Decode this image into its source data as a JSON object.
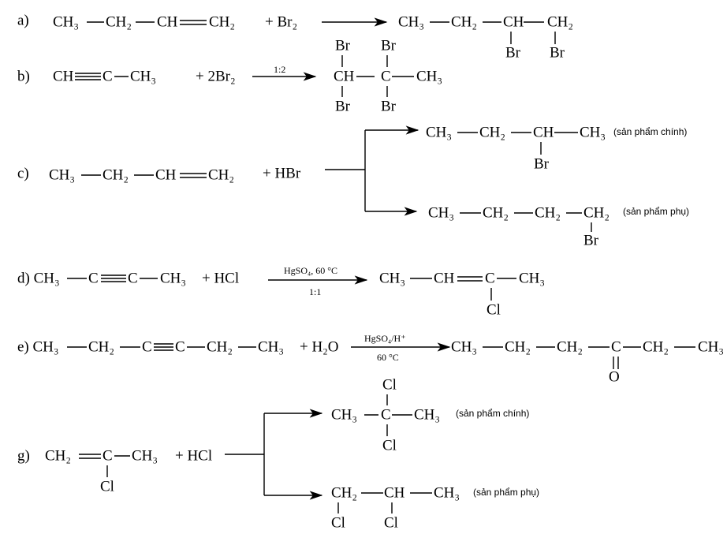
{
  "a": {
    "label": "a)",
    "items": [
      "CH₃",
      "CH₂",
      "CH",
      "CH₂",
      "+ Br₂",
      "CH₃",
      "CH₂",
      "CH",
      "CH₂",
      "Br",
      "Br"
    ]
  },
  "b": {
    "label": "b)",
    "items": [
      "CH",
      "C",
      "CH₃",
      "+ 2Br₂",
      "1:2",
      "CH",
      "C",
      "CH₃",
      "Br",
      "Br",
      "Br",
      "Br"
    ]
  },
  "c": {
    "label": "c)",
    "items": [
      "CH₃",
      "CH₂",
      "CH",
      "CH₂",
      "+ HBr",
      "CH₃",
      "CH₂",
      "CH",
      "CH₃",
      "Br",
      "(sản phẩm chính)",
      "CH₃",
      "CH₂",
      "CH₂",
      "CH₂",
      "Br",
      "(sản phẩm phụ)"
    ]
  },
  "d": {
    "items": [
      "d) CH₃",
      "C",
      "C",
      "CH₃",
      "+ HCl",
      "HgSO₄, 60 °C",
      "1:1",
      "CH₃",
      "CH",
      "C",
      "CH₃",
      "Cl"
    ]
  },
  "e": {
    "items": [
      "e) CH₃",
      "CH₂",
      "C",
      "C",
      "CH₂",
      "CH₃",
      "+ H₂O",
      "HgSO₄/H⁺",
      "60 °C",
      "CH₃",
      "CH₂",
      "CH₂",
      "C",
      "CH₂",
      "CH₃",
      "O"
    ]
  },
  "g": {
    "label": "g)",
    "items": [
      "CH₂",
      "C",
      "CH₃",
      "Cl",
      "+ HCl",
      "CH₃",
      "C",
      "CH₃",
      "Cl",
      "Cl",
      "(sản phẩm chính)",
      "CH₂",
      "CH",
      "CH₃",
      "Cl",
      "Cl",
      "(sản phẩm phụ)"
    ]
  }
}
